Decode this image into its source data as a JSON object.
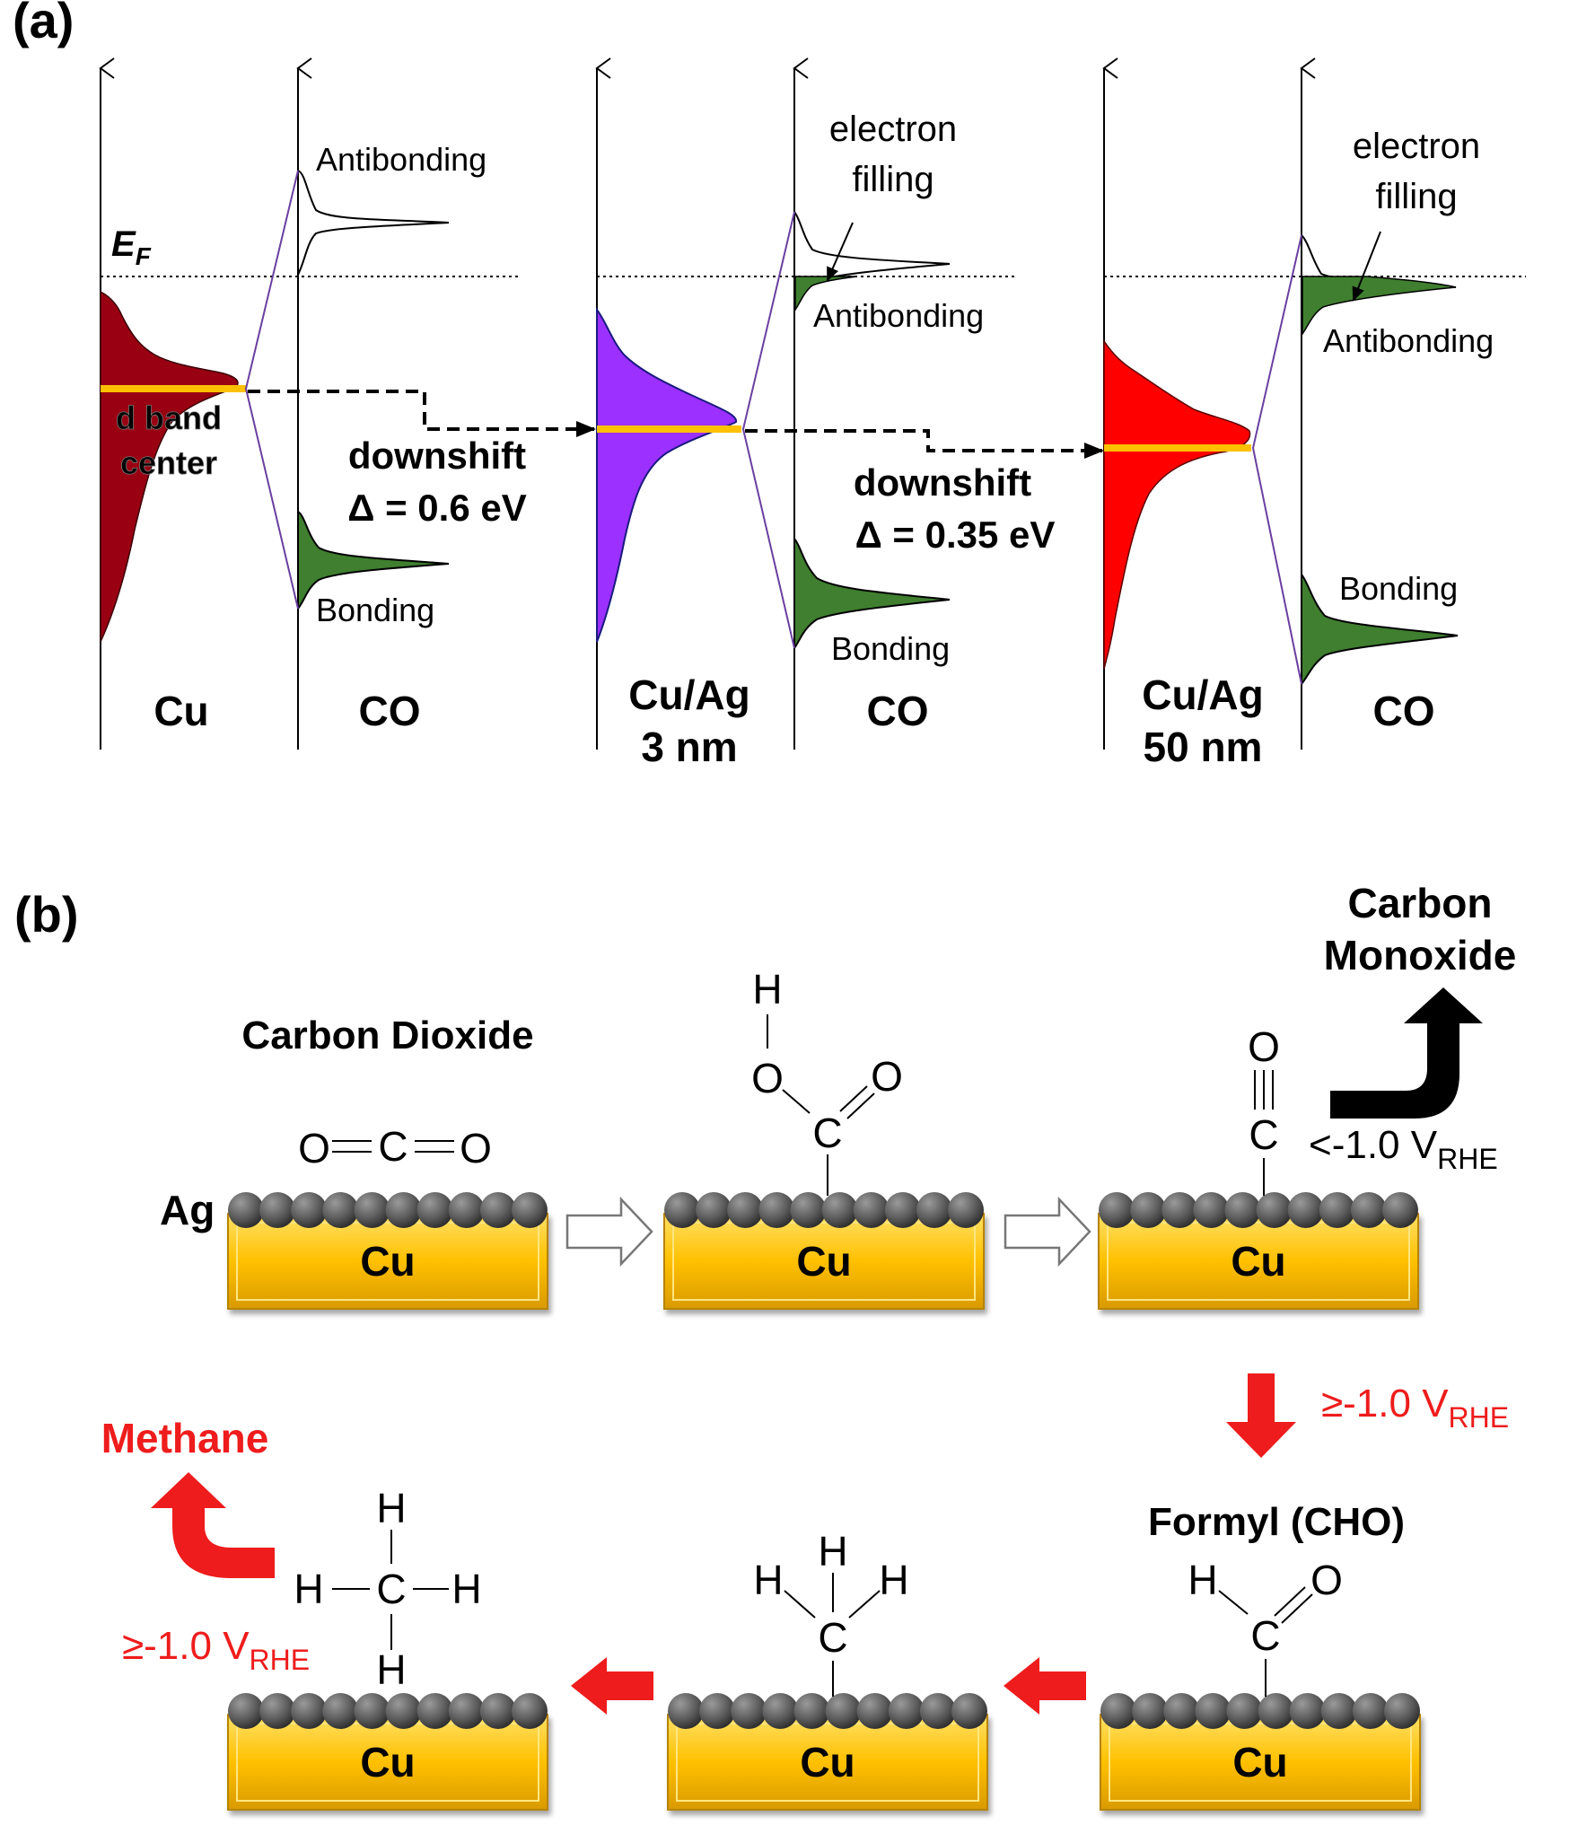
{
  "panel_a": {
    "label": "(a)",
    "fermi_label": "E",
    "fermi_sub": "F",
    "d_band_center_lines": [
      "d band",
      "center"
    ],
    "antibonding": "Antibonding",
    "bonding": "Bonding",
    "electron_filling_lines": [
      "electron",
      "filling"
    ],
    "systems": [
      {
        "lines": [
          "Cu"
        ],
        "color": "#990012"
      },
      {
        "lines": [
          "Cu/Ag",
          "3 nm"
        ],
        "color": "#9b30ff"
      },
      {
        "lines": [
          "Cu/Ag",
          "50 nm"
        ],
        "color": "#ff0000"
      }
    ],
    "co_label": "CO",
    "shift_1": {
      "title": "downshift",
      "value": "Δ = 0.6 eV"
    },
    "shift_2": {
      "title": "downshift",
      "value": "Δ = 0.35 eV"
    },
    "colors": {
      "d_band_center": "#ffc000",
      "co_fill": "#3f7f2f",
      "orbital_line": "#6a3fa0"
    }
  },
  "panel_b": {
    "label": "(b)",
    "ag_label": "Ag",
    "cu_label": "Cu",
    "co2_title": "Carbon Dioxide",
    "co_product_lines": [
      "Carbon",
      "Monoxide"
    ],
    "co_potential": "<-1.0 V",
    "potential_sub": "RHE",
    "red_potential": "≥-1.0 V",
    "formyl_title": "Formyl (CHO)",
    "methane_title": "Methane",
    "atoms": {
      "H": "H",
      "C": "C",
      "O": "O"
    },
    "colors": {
      "block": "#ffc000",
      "atom": "#555555",
      "accent": "#ee1c1c"
    }
  }
}
